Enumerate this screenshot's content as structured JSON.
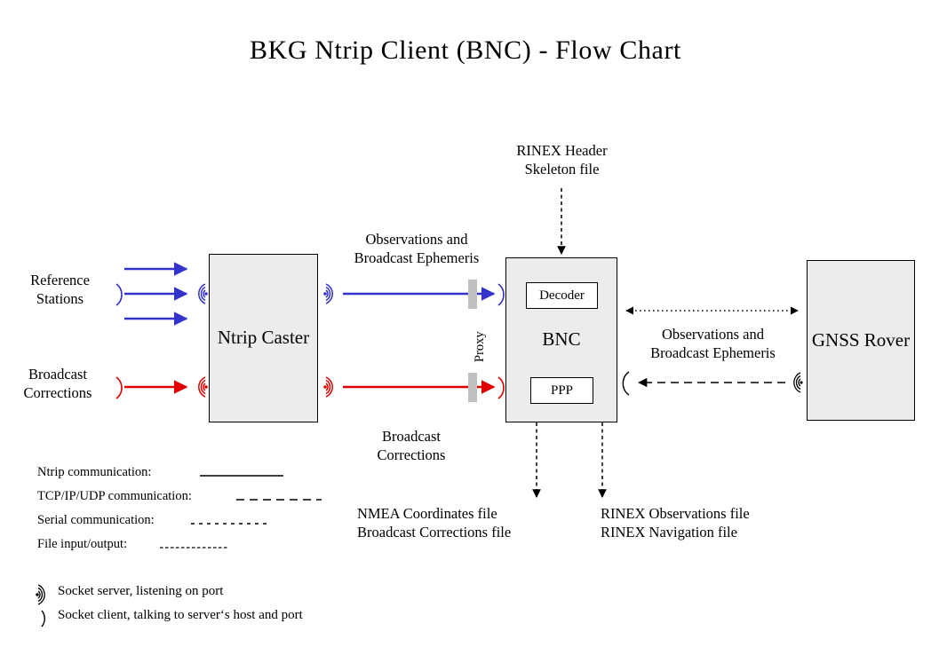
{
  "title": "BKG Ntrip Client (BNC)  -  Flow Chart",
  "nodes": {
    "ntrip_caster": "Ntrip\nCaster",
    "bnc": "BNC",
    "gnss_rover": "GNSS\nRover",
    "decoder": "Decoder",
    "ppp": "PPP"
  },
  "labels": {
    "reference_stations": "Reference\nStations",
    "broadcast_corrections_in": "Broadcast\nCorrections",
    "observations_ephemeris_top": "Observations and\nBroadcast Ephemeris",
    "broadcast_corrections_mid": "Broadcast\nCorrections",
    "rinex_header_skeleton": "RINEX Header\nSkeleton file",
    "observations_ephemeris_right": "Observations and\nBroadcast Ephemeris",
    "proxy": "Proxy",
    "nmea_outputs": "NMEA Coordinates file\nBroadcast Corrections file",
    "rinex_outputs": "RINEX Observations file\nRINEX Navigation file"
  },
  "legend": {
    "lines": [
      {
        "text": "Ntrip communication:",
        "style": "solid"
      },
      {
        "text": "TCP/IP/UDP communication:",
        "style": "long-dash"
      },
      {
        "text": "Serial communication:",
        "style": "medium-dash"
      },
      {
        "text": "File input/output:",
        "style": "fine-dash"
      }
    ],
    "sockets": [
      {
        "icon": "socket-server-icon",
        "text": "Socket server, listening on port"
      },
      {
        "icon": "socket-client-icon",
        "text": "Socket client, talking to server‘s host and port"
      }
    ]
  },
  "colors": {
    "ntrip_blue": "#3333cc",
    "corrections_red": "#e00000",
    "box_fill": "#ececec",
    "box_border": "#000000",
    "proxy_bar": "#c0c0c0",
    "background": "#ffffff"
  }
}
